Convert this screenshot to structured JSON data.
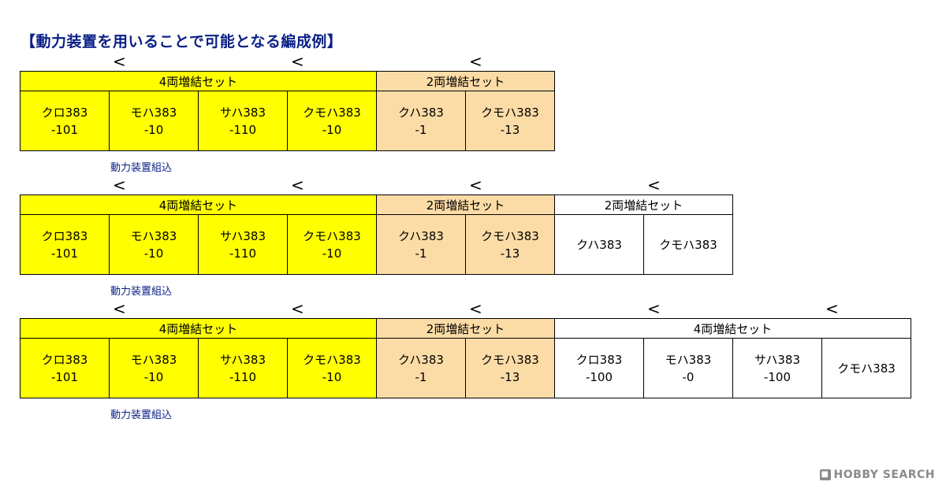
{
  "title": "【動力装置を用いることで可能となる編成例】",
  "arrow_symbol": "<",
  "note": "動力装置組込",
  "watermark": "HOBBY SEARCH",
  "colors": {
    "yellow": "#ffff00",
    "peach": "#fcdca6",
    "white": "#ffffff",
    "title": "#0a1f86"
  },
  "formations": [
    {
      "sets": [
        {
          "label": "4両増結セット",
          "color": "yellow",
          "cars": [
            [
              "クロ383",
              "-101"
            ],
            [
              "モハ383",
              "-10"
            ],
            [
              "サハ383",
              "-110"
            ],
            [
              "クモハ383",
              "-10"
            ]
          ]
        },
        {
          "label": "2両増結セット",
          "color": "peach",
          "cars": [
            [
              "クハ383",
              "-1"
            ],
            [
              "クモハ383",
              "-13"
            ]
          ]
        }
      ]
    },
    {
      "sets": [
        {
          "label": "4両増結セット",
          "color": "yellow",
          "cars": [
            [
              "クロ383",
              "-101"
            ],
            [
              "モハ383",
              "-10"
            ],
            [
              "サハ383",
              "-110"
            ],
            [
              "クモハ383",
              "-10"
            ]
          ]
        },
        {
          "label": "2両増結セット",
          "color": "peach",
          "cars": [
            [
              "クハ383",
              "-1"
            ],
            [
              "クモハ383",
              "-13"
            ]
          ]
        },
        {
          "label": "2両増結セット",
          "color": "white",
          "cars": [
            [
              "クハ383"
            ],
            [
              "クモハ383"
            ]
          ]
        }
      ]
    },
    {
      "sets": [
        {
          "label": "4両増結セット",
          "color": "yellow",
          "cars": [
            [
              "クロ383",
              "-101"
            ],
            [
              "モハ383",
              "-10"
            ],
            [
              "サハ383",
              "-110"
            ],
            [
              "クモハ383",
              "-10"
            ]
          ]
        },
        {
          "label": "2両増結セット",
          "color": "peach",
          "cars": [
            [
              "クハ383",
              "-1"
            ],
            [
              "クモハ383",
              "-13"
            ]
          ]
        },
        {
          "label": "4両増結セット",
          "color": "white",
          "cars": [
            [
              "クロ383",
              "-100"
            ],
            [
              "モハ383",
              "-0"
            ],
            [
              "サハ383",
              "-100"
            ],
            [
              "クモハ383"
            ]
          ]
        }
      ]
    }
  ]
}
